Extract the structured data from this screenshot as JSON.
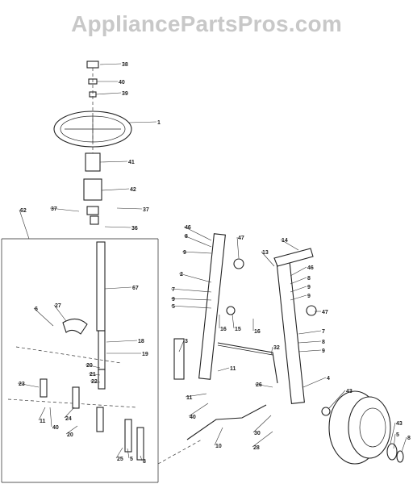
{
  "watermark": "AppliancePartsPros.com",
  "callouts": [
    "38",
    "40",
    "39",
    "1",
    "41",
    "42",
    "37",
    "37",
    "36",
    "62",
    "67",
    "27",
    "6",
    "18",
    "19",
    "20",
    "21",
    "22",
    "23",
    "11",
    "40",
    "24",
    "20",
    "25",
    "5",
    "8",
    "46",
    "8",
    "9",
    "2",
    "7",
    "9",
    "5",
    "3",
    "16",
    "15",
    "16",
    "47",
    "13",
    "14",
    "46",
    "8",
    "9",
    "9",
    "47",
    "7",
    "8",
    "9",
    "4",
    "32",
    "11",
    "26",
    "11",
    "40",
    "43",
    "10",
    "30",
    "28",
    "43",
    "5",
    "8"
  ]
}
